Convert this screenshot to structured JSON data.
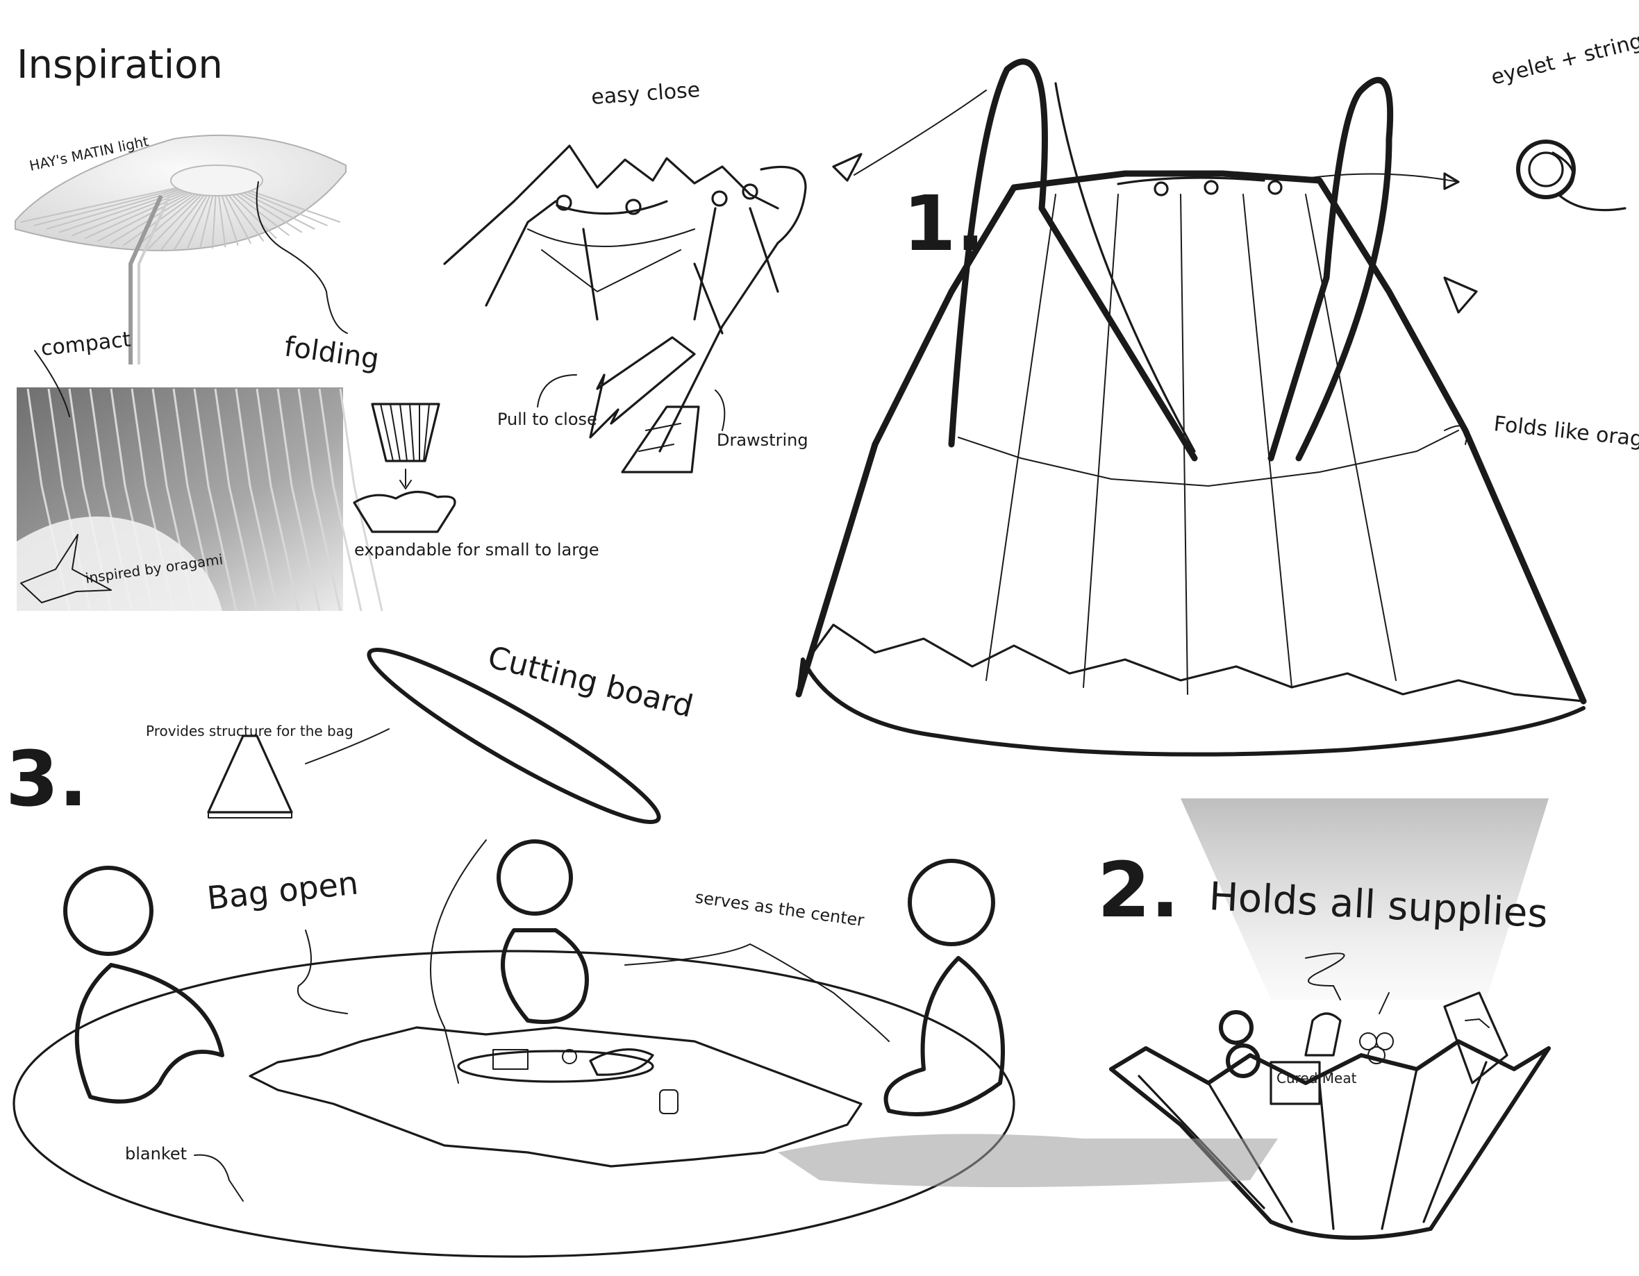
{
  "inspiration": {
    "title": "Inspiration",
    "lamp_label": "HAY's MATIN light",
    "compact": "compact",
    "folding": "folding",
    "inspired": "inspired by oragami",
    "expandable": "expandable for small to large"
  },
  "closure": {
    "title": "easy close",
    "pull": "Pull to close",
    "drawstring": "Drawstring"
  },
  "step1": {
    "number": "1.",
    "eyelet": "eyelet + string",
    "folds": "Folds like oragami"
  },
  "step2": {
    "number": "2.",
    "holds": "Holds all supplies",
    "cured_meat": "Cured Meat"
  },
  "step3": {
    "number": "3.",
    "cutting_board": "Cutting board",
    "provides": "Provides structure for the bag",
    "bag_open": "Bag open",
    "serves": "serves as the center",
    "blanket": "blanket"
  }
}
